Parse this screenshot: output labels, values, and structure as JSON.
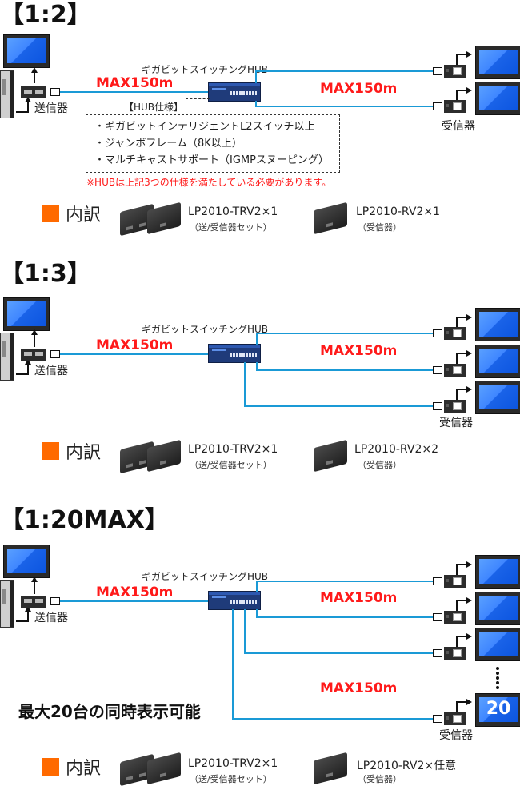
{
  "sections": [
    {
      "title": "【1:2】",
      "hub_label": "ギガビットスイッチングHUB",
      "left_distance": "MAX150m",
      "right_distance": "MAX150m",
      "transmitter_label": "送信器",
      "receiver_label": "受信器",
      "receiver_count_shown": 2,
      "hub_spec": {
        "heading": "【HUB仕様】",
        "items": [
          "・ギガビットインテリジェントL2スイッチ以上",
          "・ジャンボフレーム（8K以上）",
          "・マルチキャストサポート（IGMPスヌーピング）"
        ],
        "note": "※HUBは上記3つの仕様を満たしている必要があります。"
      },
      "breakdown": {
        "label": "内訳",
        "products": [
          {
            "name": "LP2010-TRV2×1",
            "sub": "（送/受信器セット）"
          },
          {
            "name": "LP2010-RV2×1",
            "sub": "（受信器）"
          }
        ]
      }
    },
    {
      "title": "【1:3】",
      "hub_label": "ギガビットスイッチングHUB",
      "left_distance": "MAX150m",
      "right_distance": "MAX150m",
      "transmitter_label": "送信器",
      "receiver_label": "受信器",
      "receiver_count_shown": 3,
      "breakdown": {
        "label": "内訳",
        "products": [
          {
            "name": "LP2010-TRV2×1",
            "sub": "（送/受信器セット）"
          },
          {
            "name": "LP2010-RV2×2",
            "sub": "（受信器）"
          }
        ]
      }
    },
    {
      "title": "【1:20MAX】",
      "hub_label": "ギガビットスイッチングHUB",
      "left_distance": "MAX150m",
      "right_distance": "MAX150m",
      "right_distance_2": "MAX150m",
      "transmitter_label": "送信器",
      "receiver_label": "受信器",
      "receiver_count_shown": 4,
      "last_monitor_number": "20",
      "caption": "最大20台の同時表示可能",
      "breakdown": {
        "label": "内訳",
        "products": [
          {
            "name": "LP2010-TRV2×1",
            "sub": "（送/受信器セット）"
          },
          {
            "name": "LP2010-RV2×任意",
            "sub": "（受信器）"
          }
        ]
      }
    }
  ],
  "colors": {
    "cable": "#1a9ad6",
    "distance_text": "#ff1a1a",
    "breakdown_marker": "#ff6a00",
    "hub_body": "#1f3b7a",
    "monitor_screen": "#1a63e8"
  }
}
